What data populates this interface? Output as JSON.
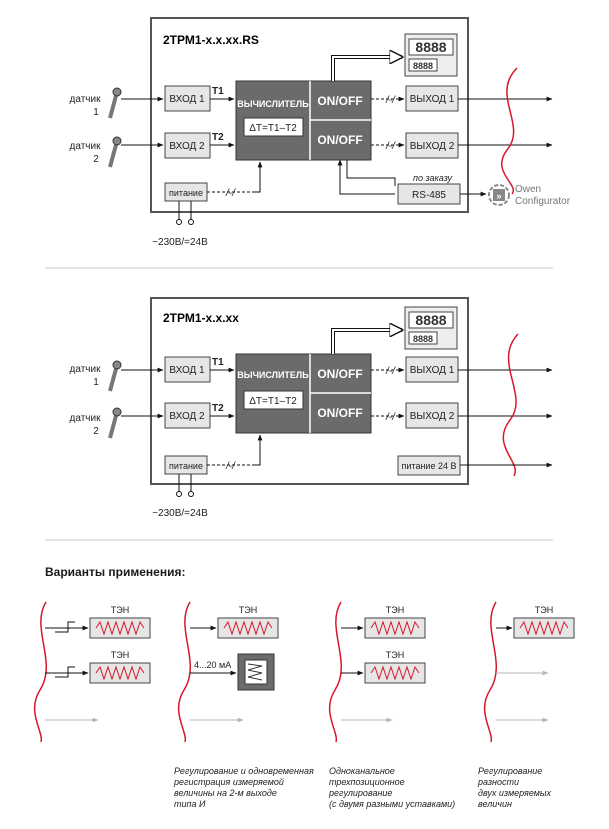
{
  "diagrams": [
    {
      "title": "2ТРМ1-х.х.хх.RS",
      "sensor1": [
        "датчик",
        "1"
      ],
      "sensor2": [
        "датчик",
        "2"
      ],
      "in1": "ВХОД 1",
      "in2": "ВХОД 2",
      "t1": "T1",
      "t2": "T2",
      "calc": "ВЫЧИСЛИТЕЛЬ",
      "formula": "ΔT=T1–T2",
      "onoff1": "ON/OFF",
      "onoff2": "ON/OFF",
      "out1": "ВЫХОД 1",
      "out2": "ВЫХОД 2",
      "power": "питание",
      "mains": "~230В/=24В",
      "display_big": "8888",
      "display_small": "8888",
      "rs_note": "по заказу",
      "rs": "RS-485",
      "owen": [
        "Owen",
        "Configurator"
      ]
    },
    {
      "title": "2ТРМ1-х.х.хх",
      "sensor1": [
        "датчик",
        "1"
      ],
      "sensor2": [
        "датчик",
        "2"
      ],
      "in1": "ВХОД 1",
      "in2": "ВХОД 2",
      "t1": "T1",
      "t2": "T2",
      "calc": "ВЫЧИСЛИТЕЛЬ",
      "formula": "ΔT=T1–T2",
      "onoff1": "ON/OFF",
      "onoff2": "ON/OFF",
      "out1": "ВЫХОД 1",
      "out2": "ВЫХОД 2",
      "power": "питание",
      "mains": "~230В/=24В",
      "display_big": "8888",
      "display_small": "8888",
      "power24": "питание 24 В"
    }
  ],
  "variants_title": "Варианты применения:",
  "heater": "ТЭН",
  "analog": "4...20 мА",
  "captions": [
    [
      "Регулирование и одновременная",
      "регистрация измеряемой",
      "величины на 2-м выходе",
      "типа И"
    ],
    [
      "Одноканальное",
      "трехпозиционное",
      "регулирование",
      "(с двумя разными уставками)"
    ],
    [
      "Регулирование",
      "разности",
      "двух измеряемых",
      "величин"
    ]
  ],
  "colors": {
    "frame": "#555555",
    "block": "#e6e6e6",
    "calc": "#6b6b6b",
    "accent": "#d8182a",
    "grey_arrow": "#b5b5b5"
  }
}
